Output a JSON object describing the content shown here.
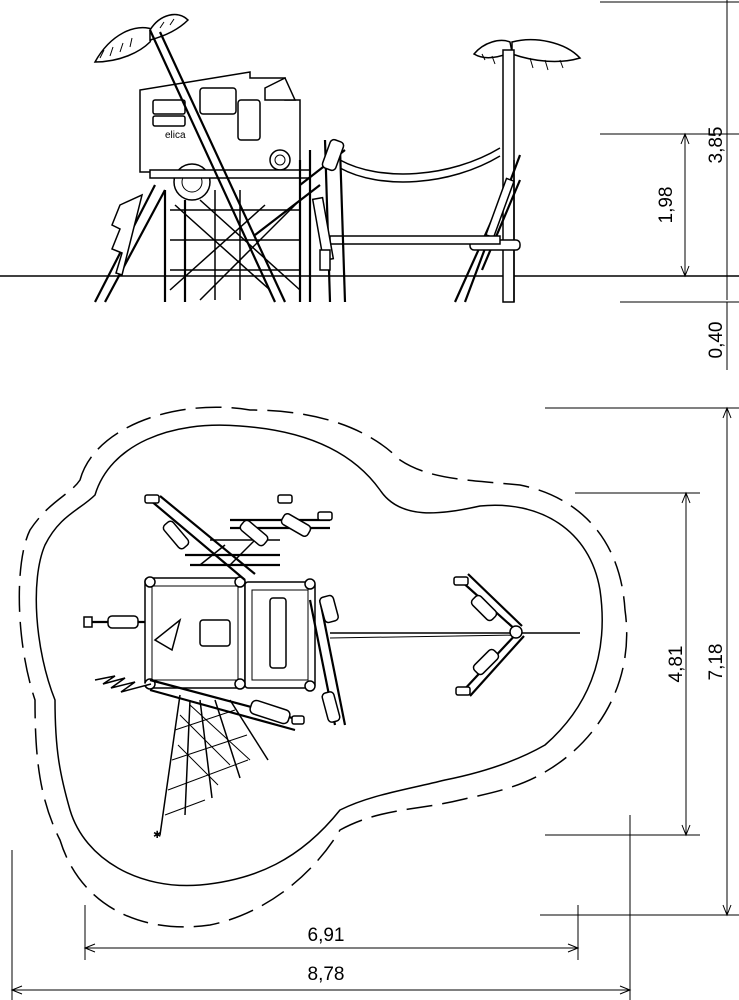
{
  "dimensions": {
    "side_height_total": "3,85",
    "side_platform_height": "1,98",
    "side_foundation_depth": "0,40",
    "plan_depth_outer": "7,18",
    "plan_depth_inner": "4,81",
    "plan_width_inner": "6,91",
    "plan_width_outer": "8,78"
  },
  "logo_text": "elica"
}
